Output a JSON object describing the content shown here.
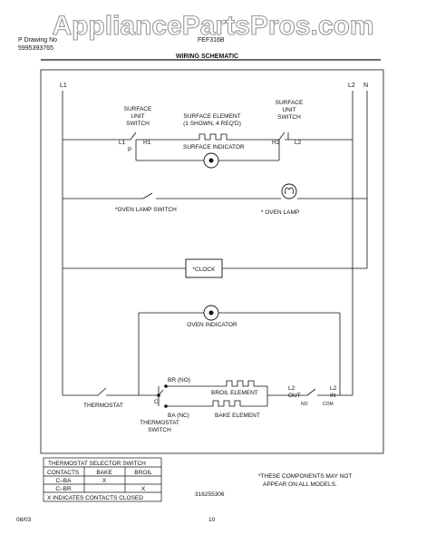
{
  "watermark": "AppliancePartsPros.com",
  "header": {
    "left_line1": "P Drawing No",
    "left_line2": "5995393765",
    "model": "FEF316B",
    "title": "WIRING SCHEMATIC"
  },
  "rails": {
    "l1": "L1",
    "l2": "L2",
    "n": "N"
  },
  "labels": {
    "surface_unit_switch_left": [
      "SURFACE",
      "UNIT",
      "SWITCH"
    ],
    "surface_unit_switch_right": [
      "SURFACE",
      "UNIT",
      "SWITCH"
    ],
    "surface_element": [
      "SURFACE ELEMENT",
      "(1 SHOWN, 4 REQ'D)"
    ],
    "term_l1": "L1",
    "term_p": "P",
    "term_h1": "H1",
    "term_h2": "H2",
    "term_l2": "L2",
    "surface_indicator": "SURFACE INDICATOR",
    "oven_lamp_switch": "*OVEN LAMP SWITCH",
    "oven_lamp": "* OVEN LAMP",
    "clock": "*CLOCK",
    "oven_indicator": "OVEN INDICATOR",
    "thermostat": "THERMOSTAT",
    "thermostat_switch": [
      "THERMOSTAT",
      "SWITCH"
    ],
    "term_c": "C",
    "br_no": "BR (NO)",
    "ba_nc": "BA (NC)",
    "broil_element": "BROIL ELEMENT",
    "bake_element": "BAKE ELEMENT",
    "l2_out": [
      "L2",
      "OUT"
    ],
    "l2_in": [
      "L2",
      "IN"
    ],
    "no": "NO",
    "com": "COM"
  },
  "selector_table": {
    "title": "THERMOSTAT SELECTOR SWITCH",
    "headers": [
      "CONTACTS",
      "BAKE",
      "BROIL"
    ],
    "rows": [
      [
        "C–BA",
        "X",
        ""
      ],
      [
        "C–BR",
        "",
        "X"
      ]
    ],
    "footer": "X INDICATES CONTACTS CLOSED"
  },
  "note": [
    "*THESE COMPONENTS MAY NOT",
    "APPEAR ON ALL MODELS."
  ],
  "part_number": "316255306",
  "footer": {
    "date": "08/03",
    "page": "10"
  }
}
